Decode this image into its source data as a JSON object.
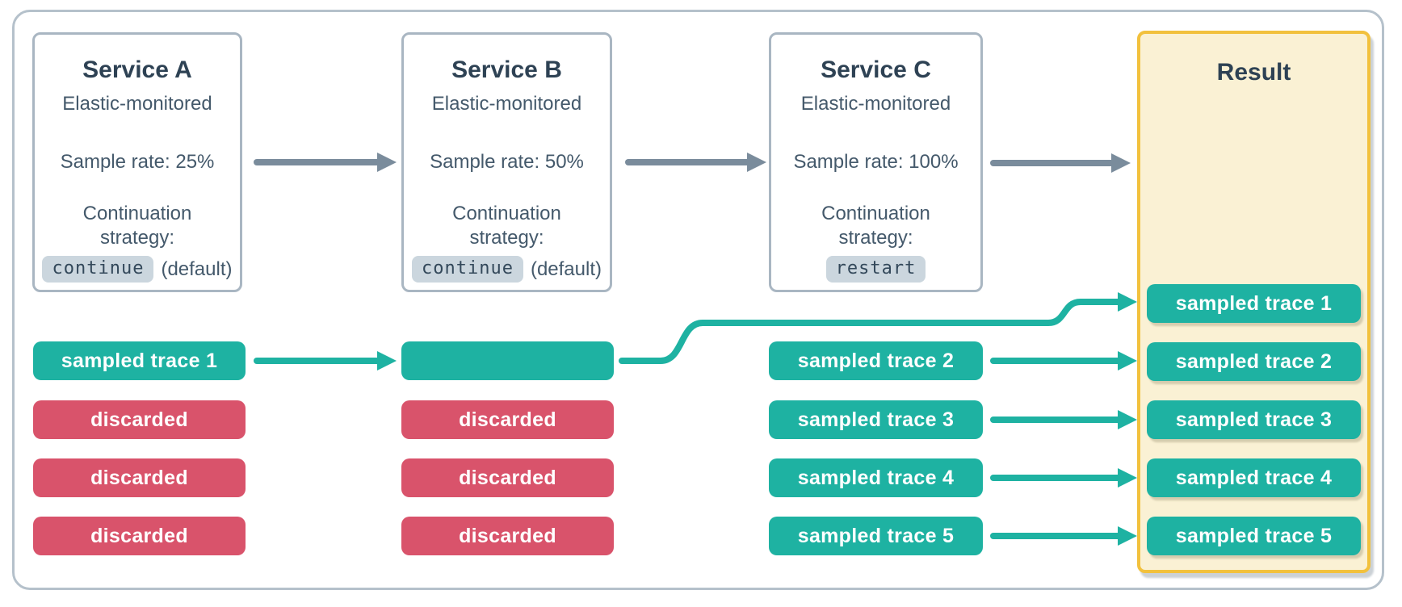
{
  "colors": {
    "teal": "#1EB2A2",
    "red": "#D9536B",
    "yellow_border": "#F2C13D",
    "result_bg": "#FAF1D4",
    "arrow_gray": "#7A8C9C",
    "box_border": "#A9B6C2",
    "outer_border": "#B5C1CB",
    "title_text": "#2E4254",
    "body_text": "#44596B",
    "chip_bg": "#CBD6DE"
  },
  "services": [
    {
      "name": "Service A",
      "monitored": "Elastic-monitored",
      "sample_rate": "Sample rate: 25%",
      "strategy_line1": "Continuation",
      "strategy_line2": "strategy:",
      "chip": "continue",
      "chip_suffix": "(default)"
    },
    {
      "name": "Service B",
      "monitored": "Elastic-monitored",
      "sample_rate": "Sample rate: 50%",
      "strategy_line1": "Continuation",
      "strategy_line2": "strategy:",
      "chip": "continue",
      "chip_suffix": "(default)"
    },
    {
      "name": "Service C",
      "monitored": "Elastic-monitored",
      "sample_rate": "Sample rate: 100%",
      "strategy_line1": "Continuation",
      "strategy_line2": "strategy:",
      "chip": "restart",
      "chip_suffix": ""
    }
  ],
  "pills": {
    "col_a": [
      {
        "label": "sampled trace 1",
        "type": "sampled"
      },
      {
        "label": "discarded",
        "type": "discarded"
      },
      {
        "label": "discarded",
        "type": "discarded"
      },
      {
        "label": "discarded",
        "type": "discarded"
      }
    ],
    "col_b": [
      {
        "label": "",
        "type": "sampled"
      },
      {
        "label": "discarded",
        "type": "discarded"
      },
      {
        "label": "discarded",
        "type": "discarded"
      },
      {
        "label": "discarded",
        "type": "discarded"
      }
    ],
    "col_c": [
      {
        "label": "sampled trace 2",
        "type": "sampled"
      },
      {
        "label": "sampled trace 3",
        "type": "sampled"
      },
      {
        "label": "sampled trace 4",
        "type": "sampled"
      },
      {
        "label": "sampled trace 5",
        "type": "sampled"
      }
    ]
  },
  "result": {
    "title": "Result",
    "pills": [
      "sampled trace 1",
      "sampled trace 2",
      "sampled trace 3",
      "sampled trace 4",
      "sampled trace 5"
    ]
  }
}
